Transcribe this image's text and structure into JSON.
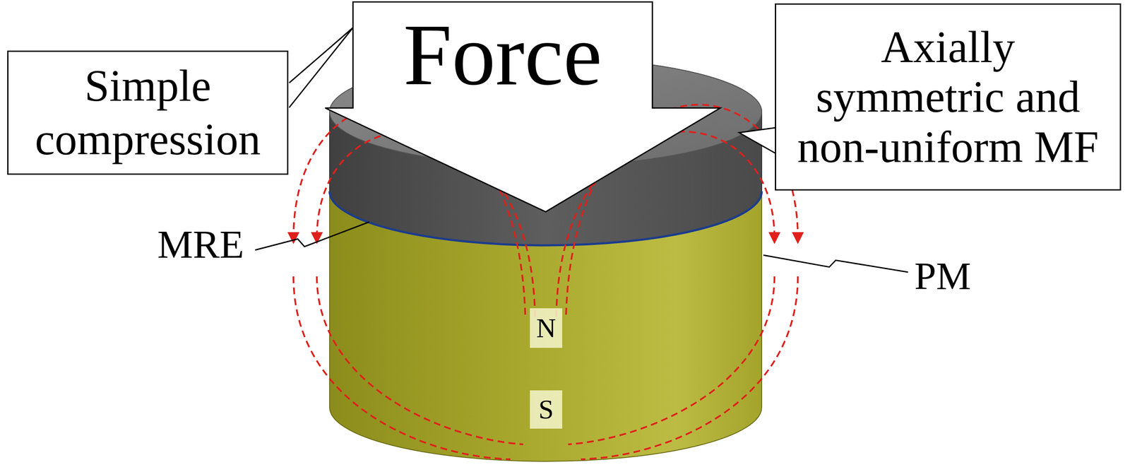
{
  "diagram": {
    "nodes": [
      {
        "text": [
          "Simple compression"
        ]
      },
      {
        "text": [
          "Force"
        ]
      },
      {
        "text": [
          "Axially symmetric and non-uniform MF"
        ]
      },
      {
        "text": [
          "N"
        ]
      },
      {
        "text": [
          "S"
        ]
      }
    ],
    "edges": [
      {
        "from": 0,
        "to": 1,
        "arrow": "none"
      }
    ],
    "labels": [
      "MRE",
      "PM"
    ]
  }
}
